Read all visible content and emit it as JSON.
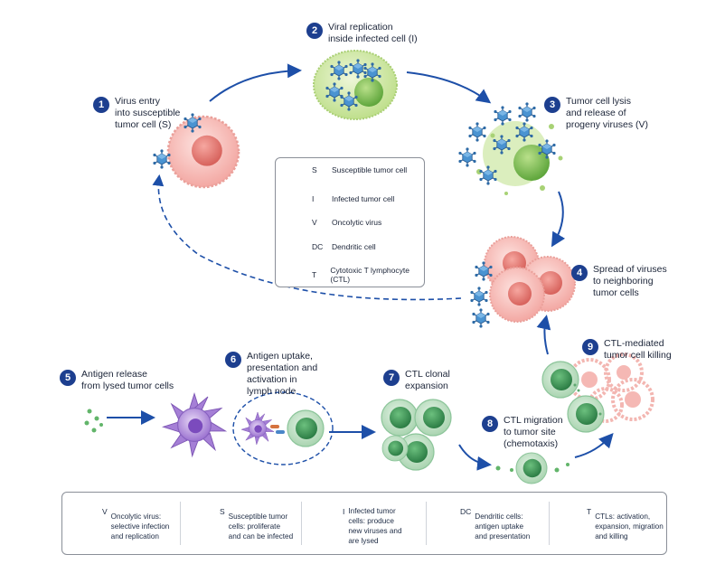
{
  "steps": [
    {
      "num": "1",
      "text": "Virus entry\ninto susceptible\ntumor cell (S)"
    },
    {
      "num": "2",
      "text": "Viral replication\ninside infected cell (I)"
    },
    {
      "num": "3",
      "text": "Tumor cell lysis\nand release of\nprogeny viruses (V)"
    },
    {
      "num": "4",
      "text": "Spread of viruses\nto neighboring\ntumor cells"
    },
    {
      "num": "5",
      "text": "Antigen release\nfrom lysed tumor cells"
    },
    {
      "num": "6",
      "text": "Antigen uptake,\npresentation and\nactivation in\nlymph node"
    },
    {
      "num": "7",
      "text": "CTL clonal\nexpansion"
    },
    {
      "num": "8",
      "text": "CTL migration\nto tumor site\n(chemotaxis)"
    },
    {
      "num": "9",
      "text": "CTL-mediated\ntumor cell killing"
    }
  ],
  "legend": [
    {
      "abbr": "S",
      "label": "Susceptible tumor cell",
      "icon": "tumor-cell-icon"
    },
    {
      "abbr": "I",
      "label": "Infected tumor cell",
      "icon": "infected-cell-icon"
    },
    {
      "abbr": "V",
      "label": "Oncolytic virus",
      "icon": "virus-icon"
    },
    {
      "abbr": "DC",
      "label": "Dendritic cell",
      "icon": "dendritic-cell-icon"
    },
    {
      "abbr": "T",
      "label": "Cytotoxic T lymphocyte (CTL)",
      "icon": "t-cell-icon"
    }
  ],
  "bottom_legend": [
    {
      "abbr": "V",
      "text": "Oncolytic virus:\nselective infection\nand replication",
      "icon": "virus-icon"
    },
    {
      "abbr": "S",
      "text": "Susceptible tumor\ncells: proliferate\nand can be infected",
      "icon": "tumor-cell-icon"
    },
    {
      "abbr": "I",
      "text": "Infected tumor\ncells: produce\nnew viruses and\nare lysed",
      "icon": "infected-cell-icon"
    },
    {
      "abbr": "DC",
      "text": "Dendritic cells:\nantigen uptake\nand presentation",
      "icon": "dendritic-cell-icon"
    },
    {
      "abbr": "T",
      "text": "CTLs: activation,\nexpansion, migration\nand killing",
      "icon": "t-cell-icon"
    }
  ],
  "colors": {
    "arrow": "#1d4fa8",
    "step_badge": "#1d3f8f",
    "tumor_cell": "#f4aaa6",
    "infected_cell": "#c9e39a",
    "virus": "#3f88c5",
    "dendritic_cell": "#a27ed3",
    "t_cell": "#4fa86a"
  }
}
